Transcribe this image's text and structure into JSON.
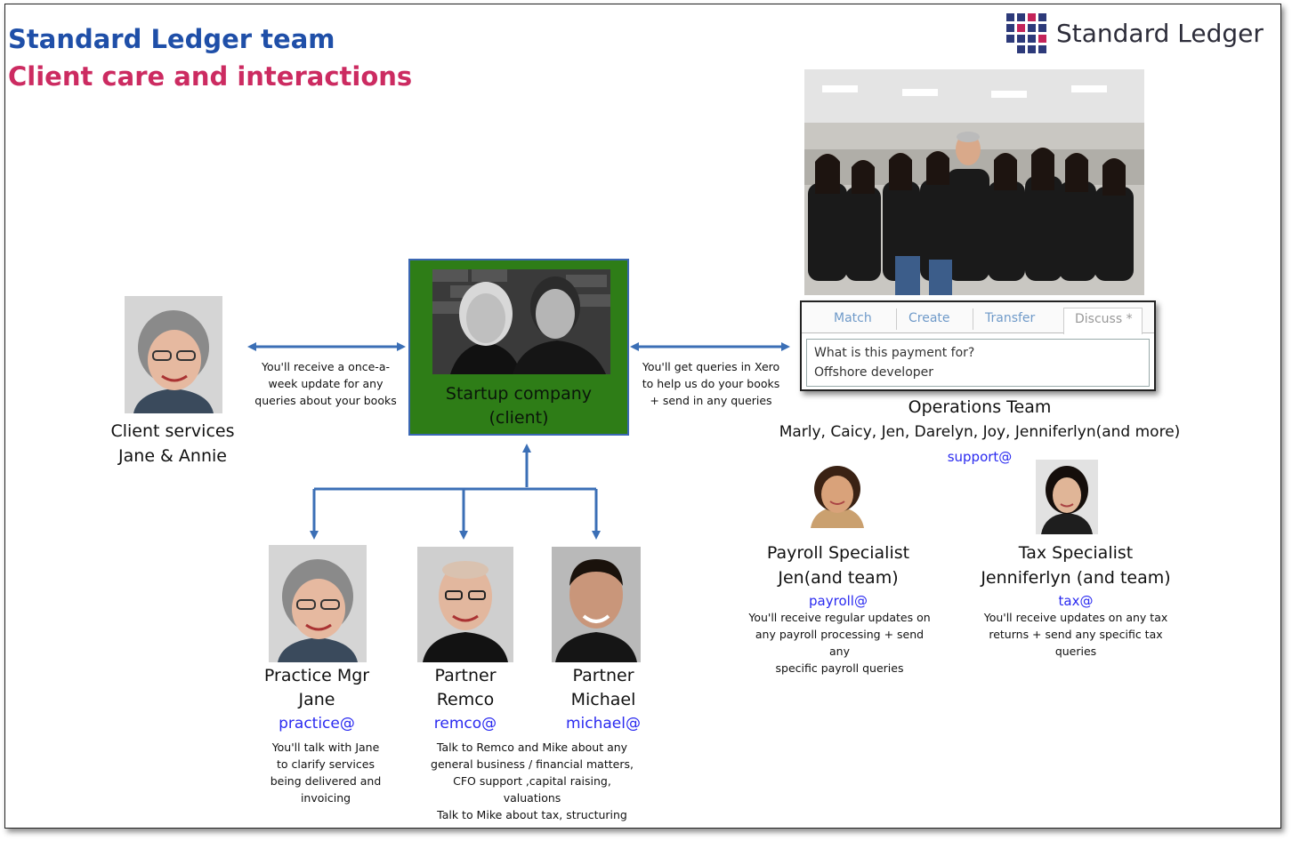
{
  "header": {
    "title": "Standard Ledger team",
    "subtitle": "Client care and interactions",
    "logo_text": "Standard Ledger"
  },
  "client": {
    "name_line1": "Startup company",
    "name_line2": "(client)"
  },
  "client_services": {
    "line1": "Client services",
    "line2": "Jane & Annie",
    "note": [
      "You'll receive a once-a-",
      "week update for any",
      "queries about your books"
    ]
  },
  "operations": {
    "note": [
      "You'll get queries in Xero",
      "to help us do your books",
      "+ send in any queries"
    ],
    "xero_tabs": [
      "Match",
      "Create",
      "Transfer",
      "Discuss *"
    ],
    "xero_lines": [
      "What is this payment for?",
      "Offshore developer"
    ],
    "title": "Operations Team",
    "members": "Marly, Caicy, Jen, Darelyn, Joy, Jenniferlyn(and more)",
    "email": "support@"
  },
  "payroll": {
    "line1": "Payroll Specialist",
    "line2": "Jen(and team)",
    "email": "payroll@",
    "note": [
      "You'll receive regular updates on",
      "any payroll processing + send any",
      "specific payroll queries"
    ]
  },
  "tax": {
    "line1": "Tax Specialist",
    "line2": "Jenniferlyn (and team)",
    "email": "tax@",
    "note": [
      "You'll receive updates on any tax",
      "returns + send any specific tax",
      "queries"
    ]
  },
  "practice": {
    "line1": "Practice Mgr",
    "line2": "Jane",
    "email": "practice@",
    "note": [
      "You'll talk with Jane",
      "to clarify services",
      "being delivered and",
      "invoicing"
    ]
  },
  "remco": {
    "line1": "Partner",
    "line2": "Remco",
    "email": "remco@"
  },
  "michael": {
    "line1": "Partner",
    "line2": "Michael",
    "email": "michael@"
  },
  "partners_note": [
    "Talk to Remco and Mike about any",
    "general business / financial matters,",
    "CFO support ,capital raising,",
    "valuations",
    "Talk to  Mike about tax, structuring"
  ],
  "colors": {
    "title_blue": "#1f4fa8",
    "title_pink": "#cc2b61",
    "arrow": "#3b6fb6",
    "client_green": "#2e7d17",
    "email_blue": "#2a2af0"
  }
}
